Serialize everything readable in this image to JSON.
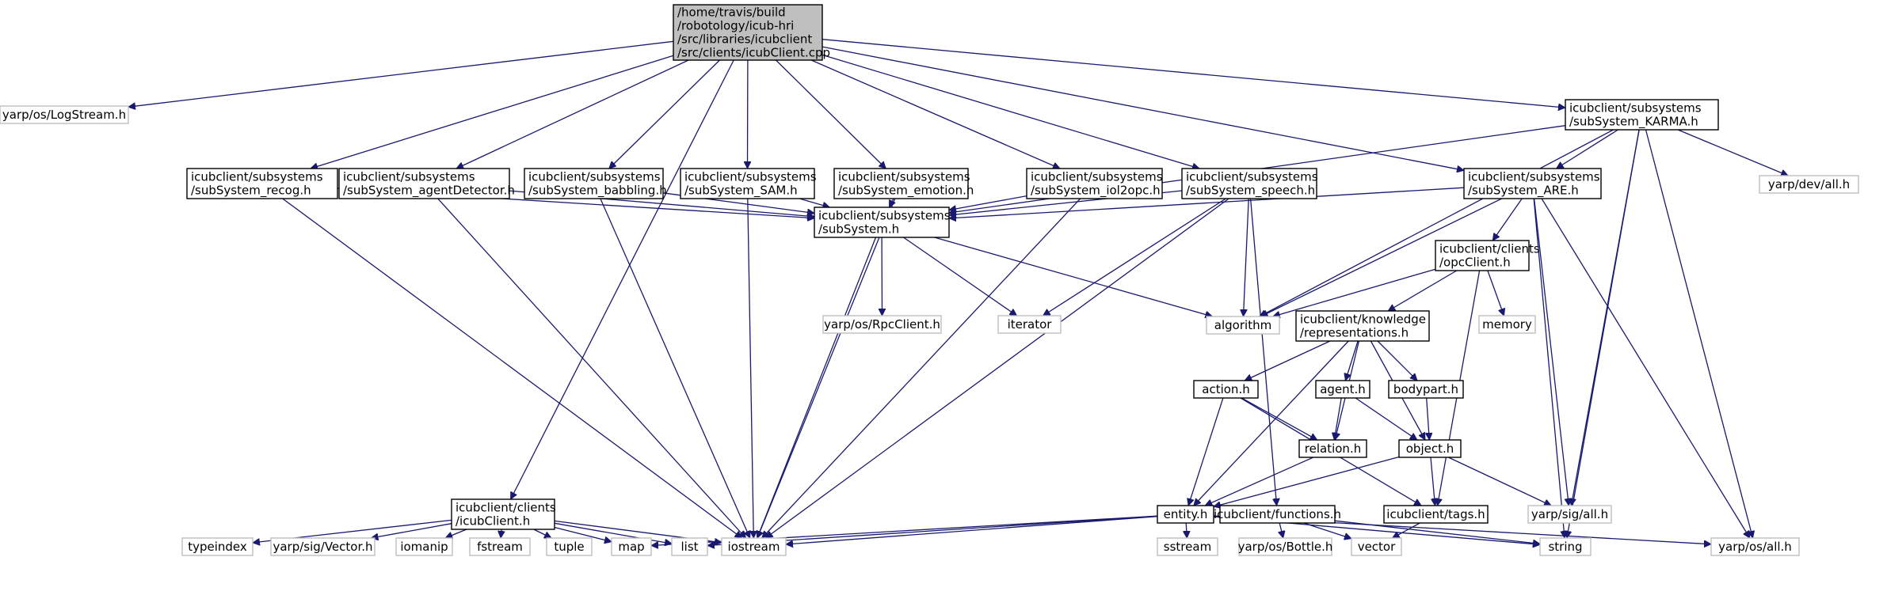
{
  "diagram": {
    "nodes": [
      {
        "id": "root",
        "kind": "root",
        "lines": [
          "/home/travis/build",
          "/robotology/icub-hri",
          "/src/libraries/icubclient",
          "/src/clients/icubClient.cpp"
        ]
      },
      {
        "id": "logstream",
        "kind": "external",
        "lines": [
          "yarp/os/LogStream.h"
        ]
      },
      {
        "id": "karma",
        "kind": "documented",
        "lines": [
          "icubclient/subsystems",
          "/subSystem_KARMA.h"
        ]
      },
      {
        "id": "devall",
        "kind": "external",
        "lines": [
          "yarp/dev/all.h"
        ]
      },
      {
        "id": "recog",
        "kind": "documented",
        "lines": [
          "icubclient/subsystems",
          "/subSystem_recog.h"
        ]
      },
      {
        "id": "agentdet",
        "kind": "documented",
        "lines": [
          "icubclient/subsystems",
          "/subSystem_agentDetector.h"
        ]
      },
      {
        "id": "babbling",
        "kind": "documented",
        "lines": [
          "icubclient/subsystems",
          "/subSystem_babbling.h"
        ]
      },
      {
        "id": "sam",
        "kind": "documented",
        "lines": [
          "icubclient/subsystems",
          "/subSystem_SAM.h"
        ]
      },
      {
        "id": "emotion",
        "kind": "documented",
        "lines": [
          "icubclient/subsystems",
          "/subSystem_emotion.h"
        ]
      },
      {
        "id": "iol2opc",
        "kind": "documented",
        "lines": [
          "icubclient/subsystems",
          "/subSystem_iol2opc.h"
        ]
      },
      {
        "id": "speech",
        "kind": "documented",
        "lines": [
          "icubclient/subsystems",
          "/subSystem_speech.h"
        ]
      },
      {
        "id": "are",
        "kind": "documented",
        "lines": [
          "icubclient/subsystems",
          "/subSystem_ARE.h"
        ]
      },
      {
        "id": "subsystem",
        "kind": "documented",
        "lines": [
          "icubclient/subsystems",
          "/subSystem.h"
        ]
      },
      {
        "id": "opcclient",
        "kind": "documented",
        "lines": [
          "icubclient/clients",
          "/opcClient.h"
        ]
      },
      {
        "id": "rpcclient",
        "kind": "external",
        "lines": [
          "yarp/os/RpcClient.h"
        ]
      },
      {
        "id": "iterator",
        "kind": "external",
        "lines": [
          "iterator"
        ]
      },
      {
        "id": "algorithm",
        "kind": "external",
        "lines": [
          "algorithm"
        ]
      },
      {
        "id": "memory",
        "kind": "external",
        "lines": [
          "memory"
        ]
      },
      {
        "id": "knowledge",
        "kind": "documented",
        "lines": [
          "icubclient/knowledge",
          "/representations.h"
        ]
      },
      {
        "id": "action",
        "kind": "documented",
        "lines": [
          "action.h"
        ]
      },
      {
        "id": "agent",
        "kind": "documented",
        "lines": [
          "agent.h"
        ]
      },
      {
        "id": "bodypart",
        "kind": "documented",
        "lines": [
          "bodypart.h"
        ]
      },
      {
        "id": "relation",
        "kind": "documented",
        "lines": [
          "relation.h"
        ]
      },
      {
        "id": "object",
        "kind": "documented",
        "lines": [
          "object.h"
        ]
      },
      {
        "id": "icubclienth",
        "kind": "documented",
        "lines": [
          "icubclient/clients",
          "/icubClient.h"
        ]
      },
      {
        "id": "entity",
        "kind": "documented",
        "lines": [
          "entity.h"
        ]
      },
      {
        "id": "functions",
        "kind": "documented",
        "lines": [
          "icubclient/functions.h"
        ]
      },
      {
        "id": "tags",
        "kind": "documented",
        "lines": [
          "icubclient/tags.h"
        ]
      },
      {
        "id": "sigall",
        "kind": "external",
        "lines": [
          "yarp/sig/all.h"
        ]
      },
      {
        "id": "typeindex",
        "kind": "external",
        "lines": [
          "typeindex"
        ]
      },
      {
        "id": "sigvector",
        "kind": "external",
        "lines": [
          "yarp/sig/Vector.h"
        ]
      },
      {
        "id": "iomanip",
        "kind": "external",
        "lines": [
          "iomanip"
        ]
      },
      {
        "id": "fstream",
        "kind": "external",
        "lines": [
          "fstream"
        ]
      },
      {
        "id": "tuple",
        "kind": "external",
        "lines": [
          "tuple"
        ]
      },
      {
        "id": "map",
        "kind": "external",
        "lines": [
          "map"
        ]
      },
      {
        "id": "list",
        "kind": "external",
        "lines": [
          "list"
        ]
      },
      {
        "id": "iostream",
        "kind": "external",
        "lines": [
          "iostream"
        ]
      },
      {
        "id": "sstream",
        "kind": "external",
        "lines": [
          "sstream"
        ]
      },
      {
        "id": "bottle",
        "kind": "external",
        "lines": [
          "yarp/os/Bottle.h"
        ]
      },
      {
        "id": "vector",
        "kind": "external",
        "lines": [
          "vector"
        ]
      },
      {
        "id": "string",
        "kind": "external",
        "lines": [
          "string"
        ]
      },
      {
        "id": "osall",
        "kind": "external",
        "lines": [
          "yarp/os/all.h"
        ]
      }
    ],
    "edges": [
      [
        "root",
        "logstream"
      ],
      [
        "root",
        "icubclienth"
      ],
      [
        "root",
        "recog"
      ],
      [
        "root",
        "agentdet"
      ],
      [
        "root",
        "babbling"
      ],
      [
        "root",
        "sam"
      ],
      [
        "root",
        "emotion"
      ],
      [
        "root",
        "iol2opc"
      ],
      [
        "root",
        "speech"
      ],
      [
        "root",
        "are"
      ],
      [
        "root",
        "karma"
      ],
      [
        "karma",
        "subsystem"
      ],
      [
        "karma",
        "algorithm"
      ],
      [
        "karma",
        "are"
      ],
      [
        "karma",
        "devall"
      ],
      [
        "karma",
        "sigall"
      ],
      [
        "karma",
        "string"
      ],
      [
        "karma",
        "osall"
      ],
      [
        "recog",
        "subsystem"
      ],
      [
        "recog",
        "iostream"
      ],
      [
        "agentdet",
        "subsystem"
      ],
      [
        "agentdet",
        "iostream"
      ],
      [
        "babbling",
        "subsystem"
      ],
      [
        "babbling",
        "iostream"
      ],
      [
        "sam",
        "subsystem"
      ],
      [
        "sam",
        "iostream"
      ],
      [
        "emotion",
        "subsystem"
      ],
      [
        "emotion",
        "iostream"
      ],
      [
        "iol2opc",
        "subsystem"
      ],
      [
        "iol2opc",
        "iostream"
      ],
      [
        "speech",
        "subsystem"
      ],
      [
        "speech",
        "iterator"
      ],
      [
        "speech",
        "algorithm"
      ],
      [
        "speech",
        "functions"
      ],
      [
        "speech",
        "iostream"
      ],
      [
        "are",
        "subsystem"
      ],
      [
        "are",
        "algorithm"
      ],
      [
        "are",
        "opcclient"
      ],
      [
        "are",
        "sigall"
      ],
      [
        "are",
        "string"
      ],
      [
        "are",
        "osall"
      ],
      [
        "subsystem",
        "rpcclient"
      ],
      [
        "subsystem",
        "iterator"
      ],
      [
        "subsystem",
        "algorithm"
      ],
      [
        "subsystem",
        "iostream"
      ],
      [
        "opcclient",
        "knowledge"
      ],
      [
        "opcclient",
        "algorithm"
      ],
      [
        "opcclient",
        "memory"
      ],
      [
        "opcclient",
        "tags"
      ],
      [
        "knowledge",
        "action"
      ],
      [
        "knowledge",
        "agent"
      ],
      [
        "knowledge",
        "bodypart"
      ],
      [
        "knowledge",
        "relation"
      ],
      [
        "knowledge",
        "object"
      ],
      [
        "knowledge",
        "entity"
      ],
      [
        "action",
        "relation"
      ],
      [
        "action",
        "entity"
      ],
      [
        "action",
        "tags"
      ],
      [
        "agent",
        "relation"
      ],
      [
        "agent",
        "object"
      ],
      [
        "bodypart",
        "object"
      ],
      [
        "relation",
        "entity"
      ],
      [
        "object",
        "entity"
      ],
      [
        "object",
        "tags"
      ],
      [
        "object",
        "sigall"
      ],
      [
        "icubclienth",
        "typeindex"
      ],
      [
        "icubclienth",
        "sigvector"
      ],
      [
        "icubclienth",
        "iomanip"
      ],
      [
        "icubclienth",
        "fstream"
      ],
      [
        "icubclienth",
        "tuple"
      ],
      [
        "icubclienth",
        "map"
      ],
      [
        "icubclienth",
        "list"
      ],
      [
        "icubclienth",
        "iostream"
      ],
      [
        "entity",
        "map"
      ],
      [
        "entity",
        "list"
      ],
      [
        "entity",
        "iostream"
      ],
      [
        "entity",
        "sstream"
      ],
      [
        "entity",
        "string"
      ],
      [
        "entity",
        "osall"
      ],
      [
        "functions",
        "bottle"
      ],
      [
        "functions",
        "vector"
      ],
      [
        "functions",
        "string"
      ],
      [
        "tags",
        "vector"
      ]
    ]
  }
}
